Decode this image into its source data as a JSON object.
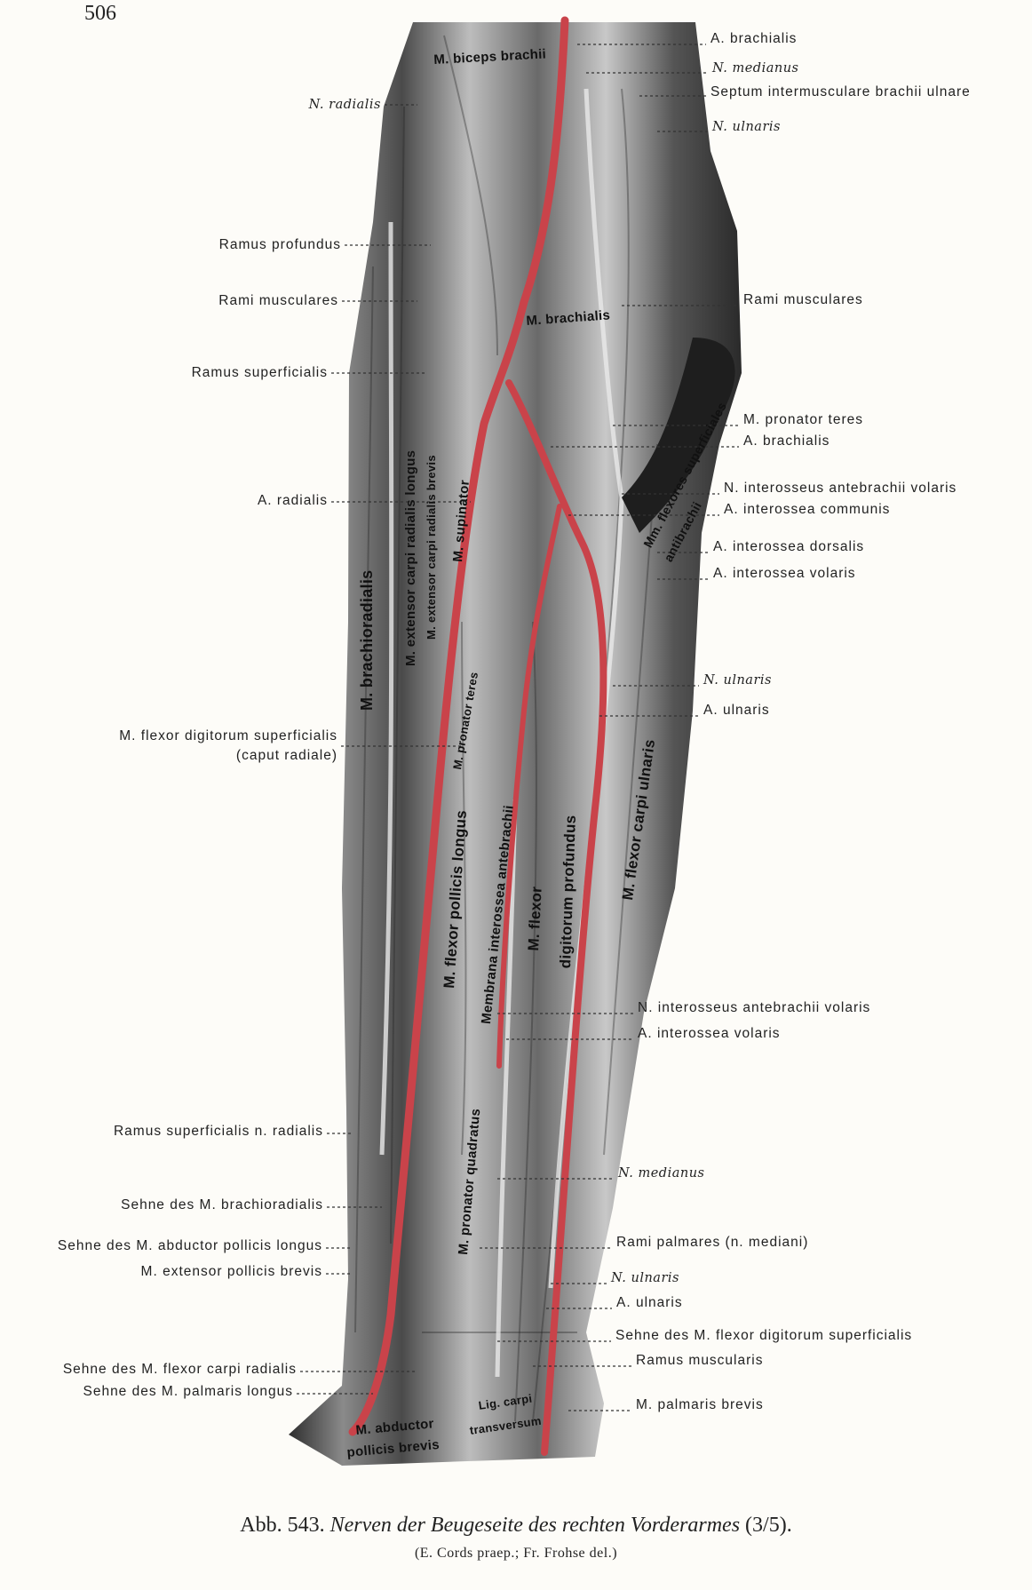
{
  "page_number": "506",
  "caption": {
    "figure_no": "Abb. 543.",
    "title": "Nerven der Beugeseite des rechten Vorderarmes",
    "scale": "(3/5).",
    "credits": "(E. Cords praep.; Fr. Frohse del.)"
  },
  "labels_right": [
    "A. brachialis",
    "N. medianus",
    "Septum intermusculare brachii ulnare",
    "N. ulnaris",
    "Rami musculares",
    "M. pronator teres",
    "A. brachialis",
    "N. interosseus antebrachii volaris",
    "A. interossea communis",
    "A. interossea dorsalis",
    "A. interossea volaris",
    "N. ulnaris",
    "A. ulnaris",
    "N. interosseus antebrachii volaris",
    "A. interossea volaris",
    "N. medianus",
    "Rami palmares (n. mediani)",
    "N. ulnaris",
    "A. ulnaris",
    "Sehne des M. flexor digitorum superficialis",
    "Ramus muscularis",
    "M. palmaris brevis"
  ],
  "labels_left": [
    "N. radialis",
    "Ramus profundus",
    "Rami musculares",
    "Ramus superficialis",
    "A. radialis",
    "M. flexor digitorum superficialis",
    "(caput radiale)",
    "Ramus superficialis n. radialis",
    "Sehne des M. brachioradialis",
    "Sehne des M. abductor pollicis longus",
    "M. extensor pollicis brevis",
    "Sehne des M. flexor carpi radialis",
    "Sehne des M. palmaris longus"
  ],
  "muscle_labels": [
    "M. biceps brachii",
    "M. brachialis",
    "M. brachioradialis",
    "M. extensor carpi radialis longus",
    "M. extensor carpi radialis brevis",
    "M. supinator",
    "Mm. flexores superficiales",
    "antibrachii",
    "M. pronator teres",
    "M. flexor pollicis longus",
    "Membrana interossea antebrachii",
    "M. flexor",
    "digitorum profundus",
    "M. flexor carpi ulnaris",
    "M. pronator quadratus",
    "M. abductor",
    "pollicis brevis",
    "Lig. carpi",
    "transversum"
  ],
  "colors": {
    "artery": "#c9434a",
    "muscle_dark": "#3a3a3a",
    "muscle_light": "#cfcfcf",
    "paper": "#fdfcf8"
  }
}
